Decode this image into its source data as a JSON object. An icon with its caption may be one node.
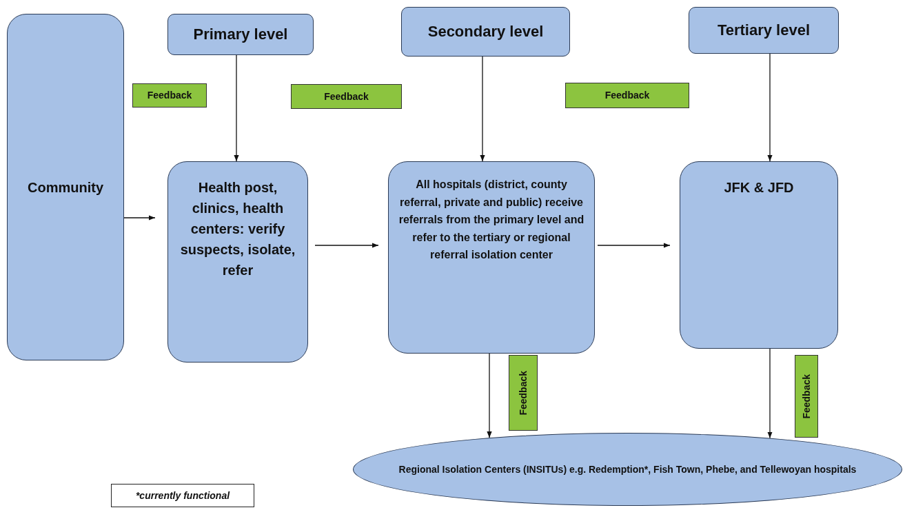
{
  "diagram": {
    "nodes": [
      {
        "text": [
          "Community"
        ]
      },
      {
        "text": [
          "Primary level"
        ]
      },
      {
        "text": [
          "Secondary level"
        ]
      },
      {
        "text": [
          "Tertiary level"
        ]
      },
      {
        "text": [
          "Feedback"
        ]
      },
      {
        "text": [
          "Feedback"
        ]
      },
      {
        "text": [
          "Feedback"
        ]
      },
      {
        "text": [
          "Health post, clinics, health centers: verify suspects, isolate, refer"
        ]
      },
      {
        "text": [
          "All hospitals (district, county referral, private and public) receive referrals from the primary level and refer to the tertiary or regional referral isolation center"
        ]
      },
      {
        "text": [
          "JFK & JFD"
        ]
      },
      {
        "text": [
          "Feedback"
        ]
      },
      {
        "text": [
          "Feedback"
        ]
      },
      {
        "text": [
          "Regional Isolation Centers (INSITUs) e.g. Redemption*, Fish Town, Phebe, and Tellewoyan hospitals"
        ]
      },
      {
        "text": [
          "*currently functional"
        ]
      }
    ],
    "edges": [
      {
        "from": 1,
        "to": 7,
        "arrow": "to"
      },
      {
        "from": 2,
        "to": 8,
        "arrow": "to"
      },
      {
        "from": 3,
        "to": 9,
        "arrow": "to"
      },
      {
        "from": 0,
        "to": 7,
        "arrow": "to"
      },
      {
        "from": 7,
        "to": 8,
        "arrow": "to"
      },
      {
        "from": 8,
        "to": 9,
        "arrow": "to"
      },
      {
        "from": 8,
        "to": 12,
        "arrow": "to"
      },
      {
        "from": 9,
        "to": 12,
        "arrow": "to"
      }
    ]
  }
}
